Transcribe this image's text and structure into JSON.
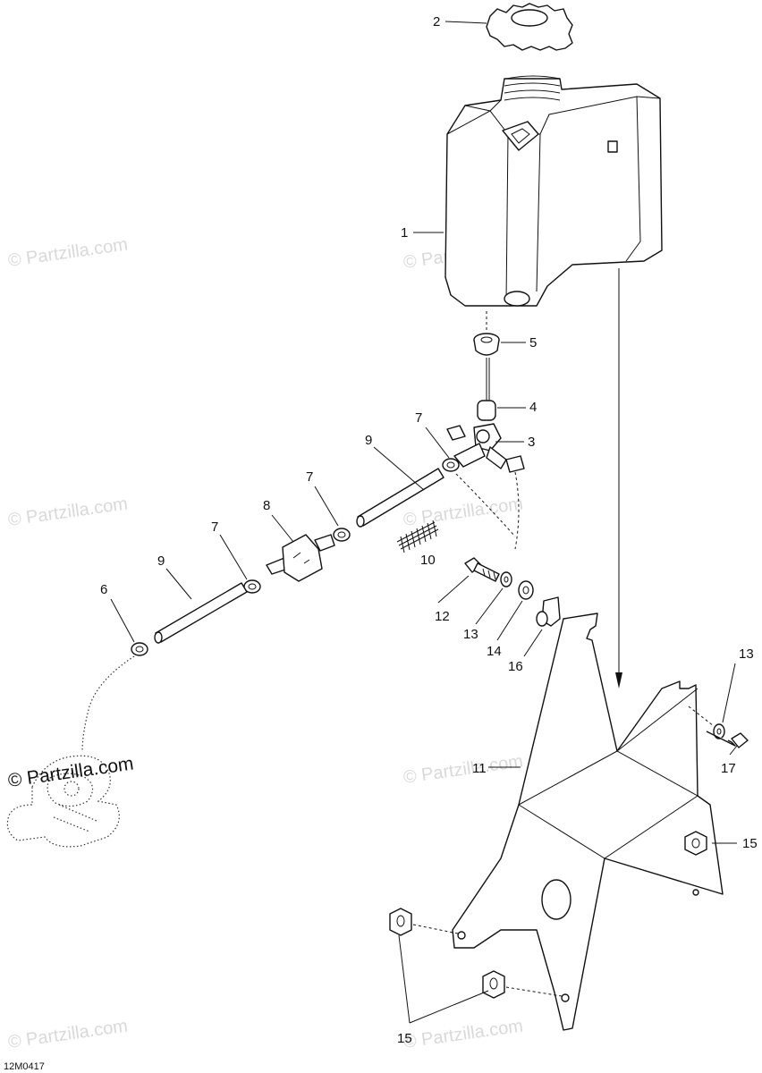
{
  "watermark": {
    "text": "© Partzilla.com"
  },
  "diagram_code": "12M0417",
  "callouts": {
    "c1": "1",
    "c2": "2",
    "c3": "3",
    "c4": "4",
    "c5": "5",
    "c6": "6",
    "c7a": "7",
    "c7b": "7",
    "c7c": "7",
    "c8": "8",
    "c9a": "9",
    "c9b": "9",
    "c10": "10",
    "c11": "11",
    "c12": "12",
    "c13a": "13",
    "c13b": "13",
    "c14": "14",
    "c15a": "15",
    "c15b": "15",
    "c16": "16",
    "c17": "17"
  }
}
